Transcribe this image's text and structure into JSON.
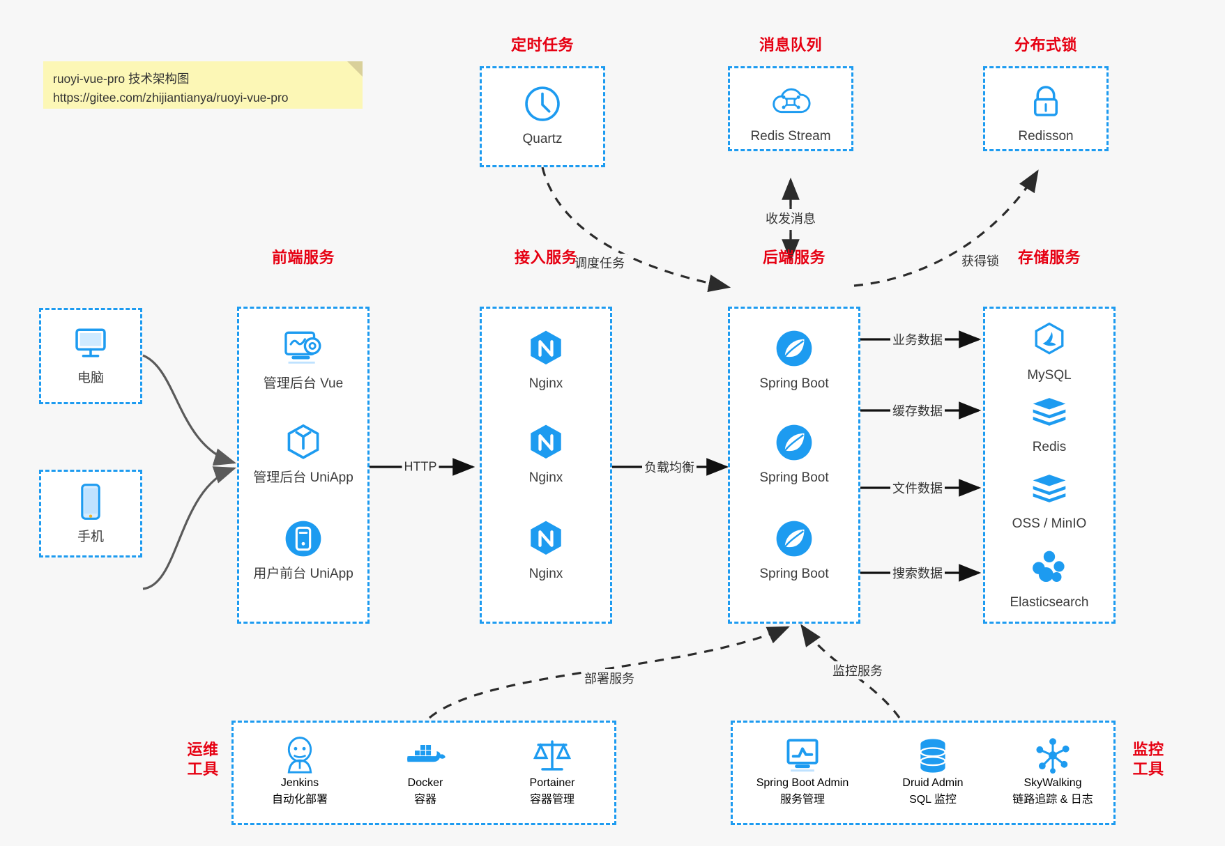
{
  "note": {
    "line1": "ruoyi-vue-pro 技术架构图",
    "line2": "https://gitee.com/zhijiantianya/ruoyi-vue-pro"
  },
  "colors": {
    "accent": "#1d9bf0",
    "title": "#e60012",
    "background": "#f7f7f7",
    "edge": "#2b2b2b"
  },
  "groups": {
    "scheduler": {
      "title": "定时任务",
      "items": [
        {
          "label": "Quartz",
          "icon": "clock-icon"
        }
      ]
    },
    "mq": {
      "title": "消息队列",
      "items": [
        {
          "label": "Redis Stream",
          "icon": "cloud-stream-icon"
        }
      ]
    },
    "lock": {
      "title": "分布式锁",
      "items": [
        {
          "label": "Redisson",
          "icon": "lock-icon"
        }
      ]
    },
    "clients": {
      "pc": {
        "label": "电脑",
        "icon": "desktop-icon"
      },
      "mobile": {
        "label": "手机",
        "icon": "phone-icon"
      }
    },
    "frontend": {
      "title": "前端服务",
      "items": [
        {
          "label": "管理后台 Vue",
          "icon": "dashboard-gear-icon"
        },
        {
          "label": "管理后台 UniApp",
          "icon": "cube-icon"
        },
        {
          "label": "用户前台 UniApp",
          "icon": "mobile-app-icon"
        }
      ]
    },
    "gateway": {
      "title": "接入服务",
      "items": [
        {
          "label": "Nginx",
          "icon": "nginx-icon"
        },
        {
          "label": "Nginx",
          "icon": "nginx-icon"
        },
        {
          "label": "Nginx",
          "icon": "nginx-icon"
        }
      ]
    },
    "backend": {
      "title": "后端服务",
      "items": [
        {
          "label": "Spring Boot",
          "icon": "spring-icon"
        },
        {
          "label": "Spring Boot",
          "icon": "spring-icon"
        },
        {
          "label": "Spring Boot",
          "icon": "spring-icon"
        }
      ]
    },
    "storage": {
      "title": "存储服务",
      "items": [
        {
          "label": "MySQL",
          "icon": "mysql-icon"
        },
        {
          "label": "Redis",
          "icon": "redis-icon"
        },
        {
          "label": "OSS / MinIO",
          "icon": "redis-icon"
        },
        {
          "label": "Elasticsearch",
          "icon": "elasticsearch-icon"
        }
      ]
    },
    "devops": {
      "title": "运维\n工具",
      "title_line1": "运维",
      "title_line2": "工具",
      "items": [
        {
          "label": "Jenkins",
          "sub": "自动化部署",
          "icon": "jenkins-icon"
        },
        {
          "label": "Docker",
          "sub": "容器",
          "icon": "docker-icon"
        },
        {
          "label": "Portainer",
          "sub": "容器管理",
          "icon": "scales-icon"
        }
      ]
    },
    "monitor": {
      "title_line1": "监控",
      "title_line2": "工具",
      "items": [
        {
          "label": "Spring Boot Admin",
          "sub": "服务管理",
          "icon": "monitor-chart-icon"
        },
        {
          "label": "Druid Admin",
          "sub": "SQL 监控",
          "icon": "database-icon"
        },
        {
          "label": "SkyWalking",
          "sub": "链路追踪 & 日志",
          "icon": "skywalking-icon"
        }
      ]
    }
  },
  "edges": {
    "schedule_task": "调度任务",
    "mq_messages": "收发消息",
    "acquire_lock": "获得锁",
    "http": "HTTP",
    "load_balance": "负载均衡",
    "business_data": "业务数据",
    "cache_data": "缓存数据",
    "file_data": "文件数据",
    "search_data": "搜索数据",
    "deploy_service": "部署服务",
    "monitor_service": "监控服务"
  }
}
